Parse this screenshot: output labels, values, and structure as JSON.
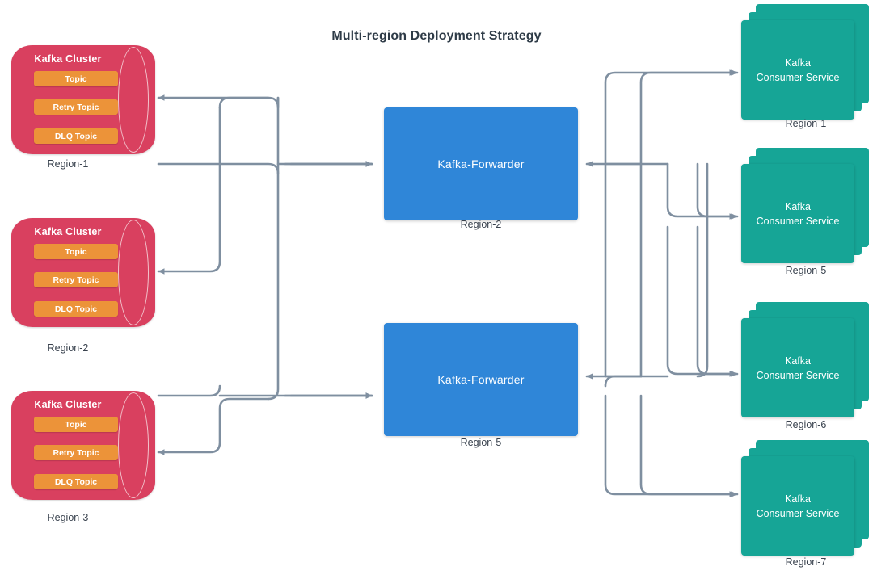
{
  "title": "Multi-region Deployment Strategy",
  "colors": {
    "cluster": "#D9405F",
    "cluster_arc": "#F2C3CC",
    "topic": "#EC9339",
    "forwarder": "#2F86D8",
    "consumer": "#16A596",
    "connector": "#7F8FA0",
    "label": "#39424E",
    "title": "#2E3B47",
    "background": "#FFFFFF"
  },
  "clusters": [
    {
      "name": "Kafka Cluster",
      "topics": [
        "Topic",
        "Retry Topic",
        "DLQ Topic"
      ],
      "region": "Region-1"
    },
    {
      "name": "Kafka Cluster",
      "topics": [
        "Topic",
        "Retry Topic",
        "DLQ Topic"
      ],
      "region": "Region-2"
    },
    {
      "name": "Kafka Cluster",
      "topics": [
        "Topic",
        "Retry Topic",
        "DLQ Topic"
      ],
      "region": "Region-3"
    }
  ],
  "forwarders": [
    {
      "name": "Kafka-Forwarder",
      "region": "Region-2"
    },
    {
      "name": "Kafka-Forwarder",
      "region": "Region-5"
    }
  ],
  "consumers": [
    {
      "line1": "Kafka",
      "line2": "Consumer Service",
      "region": "Region-1"
    },
    {
      "line1": "Kafka",
      "line2": "Consumer Service",
      "region": "Region-5"
    },
    {
      "line1": "Kafka",
      "line2": "Consumer Service",
      "region": "Region-6"
    },
    {
      "line1": "Kafka",
      "line2": "Consumer Service",
      "region": "Region-7"
    }
  ]
}
